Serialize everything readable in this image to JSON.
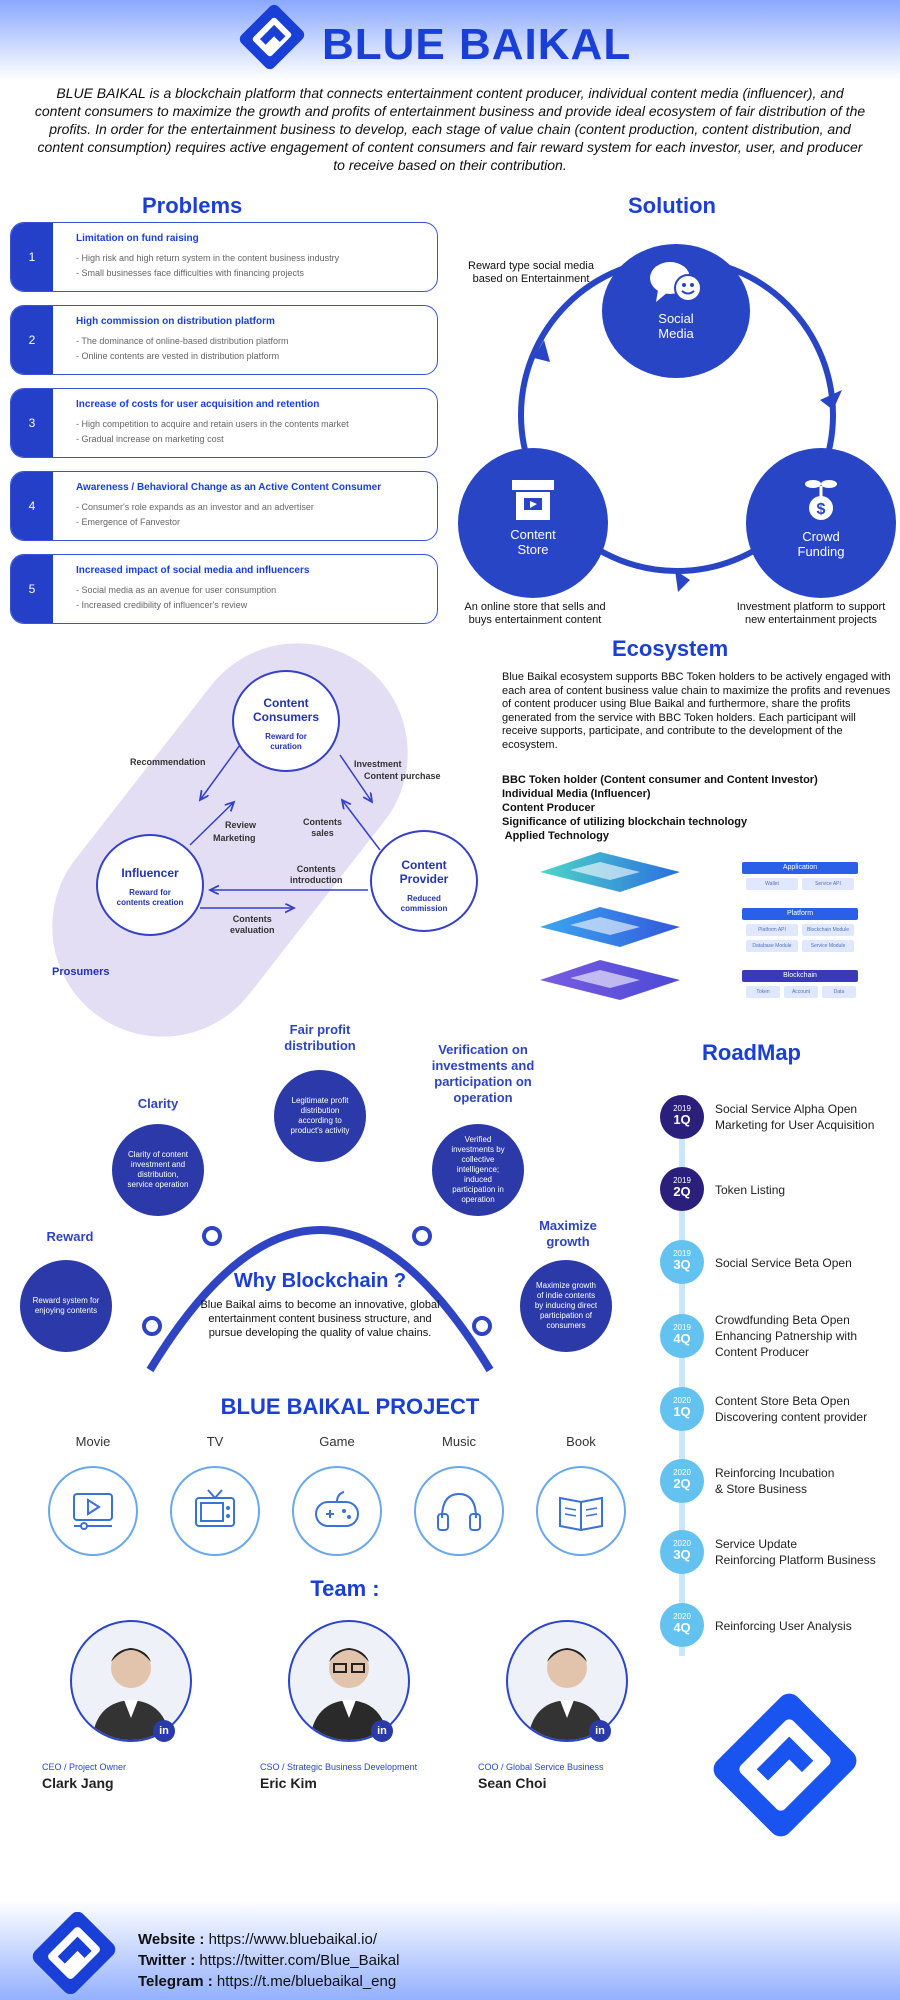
{
  "header": {
    "brand": "BLUE BAIKAL",
    "intro": "BLUE BAIKAL is a blockchain platform that connects entertainment content producer, individual content media (influencer), and content consumers to maximize the growth and profits of entertainment business and provide ideal ecosystem of fair distribution of the profits. In order for the entertainment business to develop, each stage of value chain (content production, content distribution, and content consumption) requires active engagement of content consumers and fair reward system for each investor, user, and producer to receive based on their contribution."
  },
  "problems": {
    "title": "Problems",
    "items": [
      {
        "num": "1",
        "title": "Limitation on fund raising",
        "lines": [
          "- High risk and high return system in the content business industry",
          "- Small businesses face difficulties with financing projects"
        ]
      },
      {
        "num": "2",
        "title": "High commission on distribution platform",
        "lines": [
          "- The dominance of online-based distribution platform",
          "- Online contents are vested in distribution platform"
        ]
      },
      {
        "num": "3",
        "title": "Increase of costs for user acquisition and retention",
        "lines": [
          "- High competition to acquire and retain users in the contents market",
          "- Gradual increase on marketing cost"
        ]
      },
      {
        "num": "4",
        "title": "Awareness / Behavioral Change as an Active Content Consumer",
        "lines": [
          "- Consumer's role expands as an investor and an advertiser",
          "- Emergence of Fanvestor"
        ]
      },
      {
        "num": "5",
        "title": "Increased impact of social media and influencers",
        "lines": [
          "- Social media as an avenue for user consumption",
          "- Increased credibility of influencer's review"
        ]
      }
    ]
  },
  "solution": {
    "title": "Solution",
    "social": {
      "label1": "Social",
      "label2": "Media",
      "caption1": "Reward type social media",
      "caption2": "based on Entertainment"
    },
    "store": {
      "label1": "Content",
      "label2": "Store",
      "caption1": "An online store that sells and",
      "caption2": "buys entertainment content"
    },
    "funding": {
      "label1": "Crowd",
      "label2": "Funding",
      "caption1": "Investment platform to support",
      "caption2": "new entertainment projects"
    }
  },
  "ecosystem": {
    "title": "Ecosystem",
    "consumers": {
      "t1": "Content",
      "t2": "Consumers",
      "s1": "Reward for",
      "s2": "curation"
    },
    "influencer": {
      "t1": "Influencer",
      "s1": "Reward for",
      "s2": "contents creation"
    },
    "provider": {
      "t1": "Content",
      "t2": "Provider",
      "s1": "Reduced",
      "s2": "commission"
    },
    "labels": {
      "recommendation": "Recommendation",
      "investment": "Investment",
      "purchase": "Content purchase",
      "review": "Review",
      "marketing": "Marketing",
      "sales1": "Contents",
      "sales2": "sales",
      "intro1": "Contents",
      "intro2": "introduction",
      "eval1": "Contents",
      "eval2": "evaluation",
      "prosumers": "Prosumers"
    },
    "description": "Blue Baikal ecosystem supports BBC Token holders to be actively engaged with each area of content business value chain to maximize the profits and revenues of content producer using Blue Baikal and furthermore, share the profits generated from the service with BBC Token holders. Each participant will receive supports, participate, and contribute to the development of the ecosystem.",
    "bold_items": [
      "BBC Token holder (Content consumer and Content Investor)",
      "Individual Media (Influencer)",
      "Content Producer",
      "Significance of utilizing blockchain technology",
      " Applied Technology"
    ],
    "stack": {
      "application": "Application",
      "wallet": "Wallet",
      "service_api": "Service API",
      "platform": "Platform",
      "platform_api": "Platform API",
      "blockchain_module": "Blockchain Module",
      "database_module": "Database Module",
      "service_module": "Service Module",
      "blockchain": "Blockchain",
      "token": "Token",
      "account": "Account",
      "data": "Data"
    }
  },
  "why": {
    "title": "Why Blockchain ?",
    "text1": "Blue Baikal aims to become an innovative, global",
    "text2": "entertainment content business structure, and",
    "text3": "pursue developing the quality of value chains.",
    "reward": {
      "title": "Reward",
      "text": "Reward system for enjoying contents"
    },
    "clarity": {
      "title": "Clarity",
      "text": "Clarity of content investment and distribution, service operation"
    },
    "fair": {
      "title1": "Fair profit",
      "title2": "distribution",
      "text": "Legitimate profit distribution according to product's activity"
    },
    "verification": {
      "title1": "Verification on",
      "title2": "investments and",
      "title3": "participation on",
      "title4": "operation",
      "text": "Verified investments by collective intelligence; induced participation in operation"
    },
    "maximize": {
      "title1": "Maximize",
      "title2": "growth",
      "text": "Maximize growth of indie contents by inducing direct participation of consumers"
    }
  },
  "roadmap": {
    "title": "RoadMap",
    "items": [
      {
        "year": "2019",
        "q": "1Q",
        "color": "#2a1f7a",
        "l1": "Social Service Alpha Open",
        "l2": "Marketing for User Acquisition",
        "l3": ""
      },
      {
        "year": "2019",
        "q": "2Q",
        "color": "#2a1f7a",
        "l1": "Token Listing",
        "l2": "",
        "l3": ""
      },
      {
        "year": "2019",
        "q": "3Q",
        "color": "#63c2f0",
        "l1": "Social Service Beta Open",
        "l2": "",
        "l3": ""
      },
      {
        "year": "2019",
        "q": "4Q",
        "color": "#63c2f0",
        "l1": "Crowdfunding Beta Open",
        "l2": "Enhancing Patnership with",
        "l3": "Content Producer"
      },
      {
        "year": "2020",
        "q": "1Q",
        "color": "#63c2f0",
        "l1": "Content Store Beta Open",
        "l2": "Discovering content provider",
        "l3": ""
      },
      {
        "year": "2020",
        "q": "2Q",
        "color": "#63c2f0",
        "l1": "Reinforcing Incubation",
        "l2": "& Store Business",
        "l3": ""
      },
      {
        "year": "2020",
        "q": "3Q",
        "color": "#63c2f0",
        "l1": "Service Update",
        "l2": "Reinforcing Platform Business",
        "l3": ""
      },
      {
        "year": "2020",
        "q": "4Q",
        "color": "#63c2f0",
        "l1": "Reinforcing User Analysis",
        "l2": "",
        "l3": ""
      }
    ]
  },
  "project": {
    "title": "BLUE BAIKAL PROJECT",
    "items": [
      "Movie",
      "TV",
      "Game",
      "Music",
      "Book"
    ]
  },
  "team": {
    "title": "Team :",
    "members": [
      {
        "role": "CEO / Project Owner",
        "name": "Clark Jang"
      },
      {
        "role": "CSO / Strategic Business Development",
        "name": "Eric Kim"
      },
      {
        "role": "COO / Global Service Business",
        "name": "Sean Choi"
      }
    ],
    "badge": "in"
  },
  "footer": {
    "website_label": "Website :",
    "website": " https://www.bluebaikal.io/",
    "twitter_label": "Twitter :",
    "twitter": " https://twitter.com/Blue_Baikal",
    "telegram_label": "Telegram :",
    "telegram": " https://t.me/bluebaikal_eng"
  },
  "colors": {
    "brand": "#1a3fd6",
    "dark_node": "#2745c4",
    "roadmap_done": "#2a1f7a",
    "roadmap_future": "#63c2f0"
  }
}
